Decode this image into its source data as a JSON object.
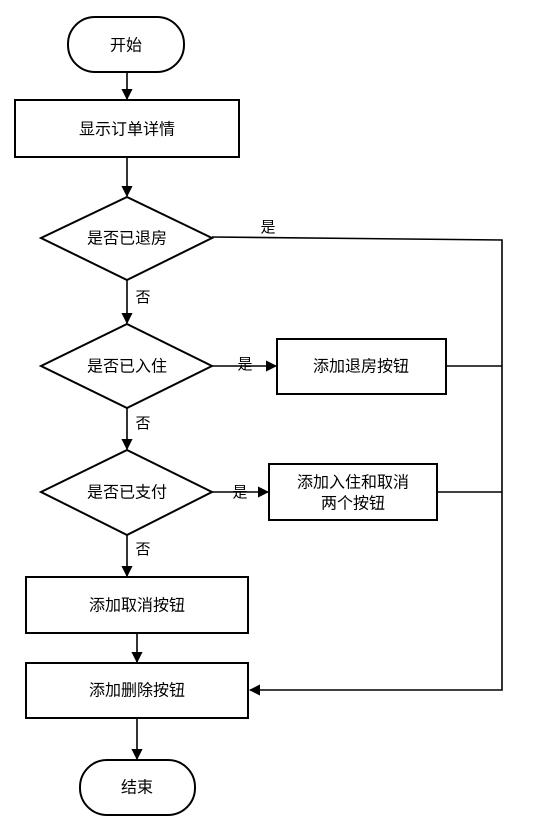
{
  "nodes": {
    "start": "开始",
    "show_detail": "显示订单详情",
    "check_checkout": "是否已退房",
    "check_checkin": "是否已入住",
    "add_checkout_btn": "添加退房按钮",
    "check_paid": "是否已支付",
    "add_checkin_cancel_line1": "添加入住和取消",
    "add_checkin_cancel_line2": "两个按钮",
    "add_cancel_btn": "添加取消按钮",
    "add_delete_btn": "添加删除按钮",
    "end": "结束"
  },
  "edges": {
    "checkout_yes": "是",
    "checkout_no": "否",
    "checkin_yes": "是",
    "checkin_no": "否",
    "paid_yes": "是",
    "paid_no": "否"
  }
}
